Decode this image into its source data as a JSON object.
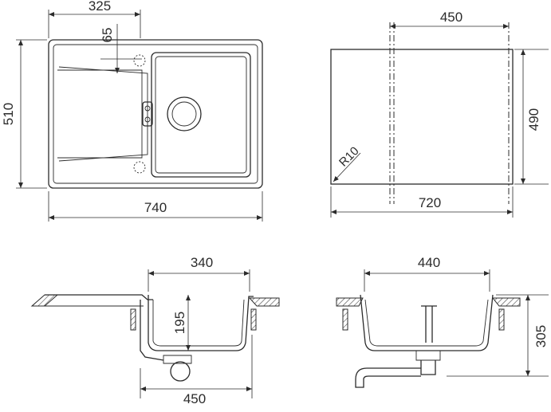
{
  "plan_view": {
    "dim_bowl_offset": "325",
    "dim_overflow": "65",
    "dim_depth": "510",
    "dim_width": "740"
  },
  "cutout_view": {
    "dim_center": "450",
    "dim_depth": "490",
    "dim_width": "720",
    "dim_radius": "R10"
  },
  "section_side": {
    "dim_bowl_width": "340",
    "dim_bowl_depth": "195",
    "dim_bottom": "450"
  },
  "section_front": {
    "dim_bowl_width": "440",
    "dim_height": "305"
  }
}
